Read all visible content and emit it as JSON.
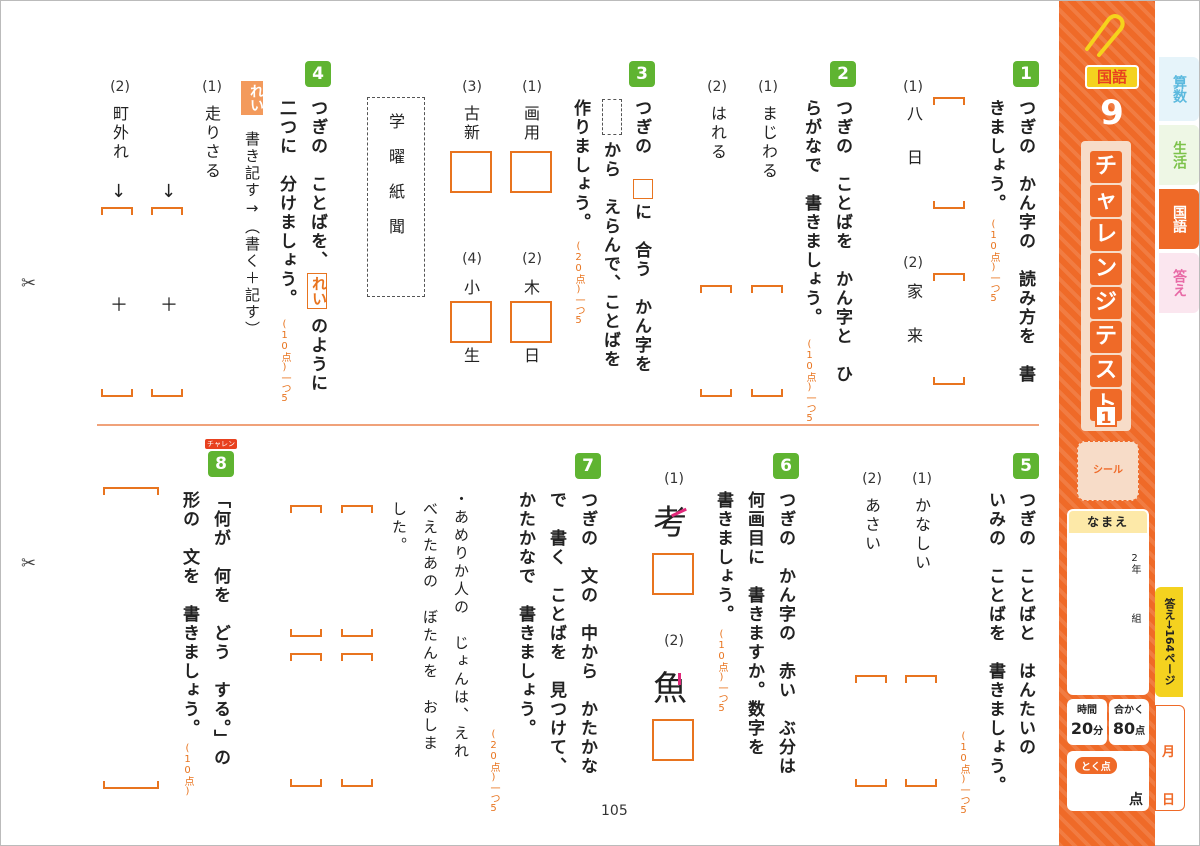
{
  "sidebar": {
    "subject": "国語",
    "number": "9",
    "title_chars": [
      "チ",
      "ャ",
      "レ",
      "ン",
      "ジ",
      "テ",
      "ス",
      "ト"
    ],
    "title_num": "1",
    "seal": "シール",
    "name_label": "なまえ",
    "grade": "2年",
    "class": "組",
    "time_label": "時間",
    "time_value": "20",
    "time_unit": "分",
    "pass_label": "合かく",
    "pass_value": "80",
    "pass_unit": "点",
    "score_label": "とく点",
    "score_unit": "点",
    "month": "月",
    "day": "日",
    "answer_ref": "答え→164ページ"
  },
  "tabs": [
    {
      "label": "算数",
      "color": "#5bb9de"
    },
    {
      "label": "生活",
      "color": "#7cc24a"
    },
    {
      "label": "国語",
      "color": "#ef6a28"
    },
    {
      "label": "答え",
      "color": "#e86aa6"
    }
  ],
  "q1": {
    "num": "1",
    "text_a": "つぎの　かん字の　読み方を　書",
    "text_b": "きましょう。",
    "points": "(10点)一つ5",
    "items": [
      {
        "label": "(1)",
        "text": "八　日"
      },
      {
        "label": "(2)",
        "text": "家　来"
      }
    ]
  },
  "q2": {
    "num": "2",
    "text_a": "つぎの　ことばを　かん字と　ひ",
    "text_b": "らがなで　書きましょう。",
    "points": "(10点)一つ5",
    "items": [
      {
        "label": "(1)",
        "text": "まじわる"
      },
      {
        "label": "(2)",
        "text": "はれる"
      }
    ]
  },
  "q3": {
    "num": "3",
    "text_a": "つぎの",
    "text_a2": "に　合う　かん字を",
    "text_b": "から　えらんで、ことばを",
    "text_c": "作りましょう。",
    "points": "(20点)一つ5",
    "items": [
      {
        "label": "(1)",
        "top": "画用",
        "bottom": ""
      },
      {
        "label": "(2)",
        "top": "木",
        "bottom": "日"
      },
      {
        "label": "(3)",
        "top": "古新",
        "bottom": ""
      },
      {
        "label": "(4)",
        "top": "小",
        "bottom": "生"
      }
    ],
    "choices": "学曜紙聞"
  },
  "q4": {
    "num": "4",
    "text_a": "つぎの　ことばを、",
    "rei": "れい",
    "text_a2": "のように",
    "text_b": "二つに　分けましょう。",
    "points": "(10点)一つ5",
    "example": "書き記す→（書く＋記す）",
    "items": [
      {
        "label": "(1)",
        "text": "走りさる"
      },
      {
        "label": "(2)",
        "text": "町外れ"
      }
    ],
    "arrow": "↓",
    "plus": "＋"
  },
  "q5": {
    "num": "5",
    "text_a": "つぎの　ことばと　はんたいの",
    "text_b": "いみの　ことばを　書きましょう。",
    "points": "(10点)一つ5",
    "items": [
      {
        "label": "(1)",
        "text": "かなしい"
      },
      {
        "label": "(2)",
        "text": "あさい"
      }
    ]
  },
  "q6": {
    "num": "6",
    "text_a": "つぎの　かん字の　赤い　ぶ分は",
    "text_b": "何画目に　書きますか。数字を",
    "text_c": "書きましょう。",
    "points": "(10点)一つ5",
    "items": [
      {
        "label": "(1)",
        "kanji": "考"
      },
      {
        "label": "(2)",
        "kanji": "魚"
      }
    ]
  },
  "q7": {
    "num": "7",
    "text_a": "つぎの　文の　中から　かたかな",
    "text_b": "で　書く　ことばを　見つけて、",
    "text_c": "かたかなで　書きましょう。",
    "points": "(20点)一つ5",
    "sentence_a": "・あめりか人の　じょんは、えれ",
    "sentence_b": "べえたあの　ぼたんを　おしま",
    "sentence_c": "した。"
  },
  "q8": {
    "num": "8",
    "badge": "チャレンジ",
    "text_a": "「何が　何を　どう　する。」の",
    "text_b": "形の　文を　書きましょう。",
    "points": "(10点)"
  },
  "page_number": "105",
  "scissors": "✂"
}
